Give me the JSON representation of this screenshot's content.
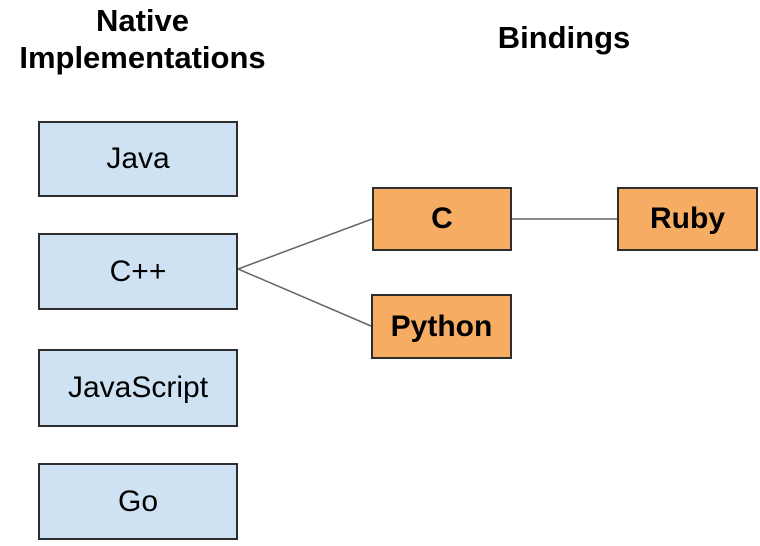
{
  "titles": {
    "native": "Native\nImplementations",
    "bindings": "Bindings"
  },
  "native_nodes": [
    {
      "label": "Java"
    },
    {
      "label": "C++"
    },
    {
      "label": "JavaScript"
    },
    {
      "label": "Go"
    }
  ],
  "binding_nodes": [
    {
      "label": "C"
    },
    {
      "label": "Python"
    },
    {
      "label": "Ruby"
    }
  ],
  "edges": [
    {
      "from": "C++",
      "to": "C"
    },
    {
      "from": "C++",
      "to": "Python"
    },
    {
      "from": "C",
      "to": "Ruby"
    }
  ],
  "colors": {
    "native_fill": "#cfe2f3",
    "binding_fill": "#f6ad63",
    "node_border": "#2e2e2e",
    "edge_line": "#666666",
    "title_text": "#000000"
  }
}
